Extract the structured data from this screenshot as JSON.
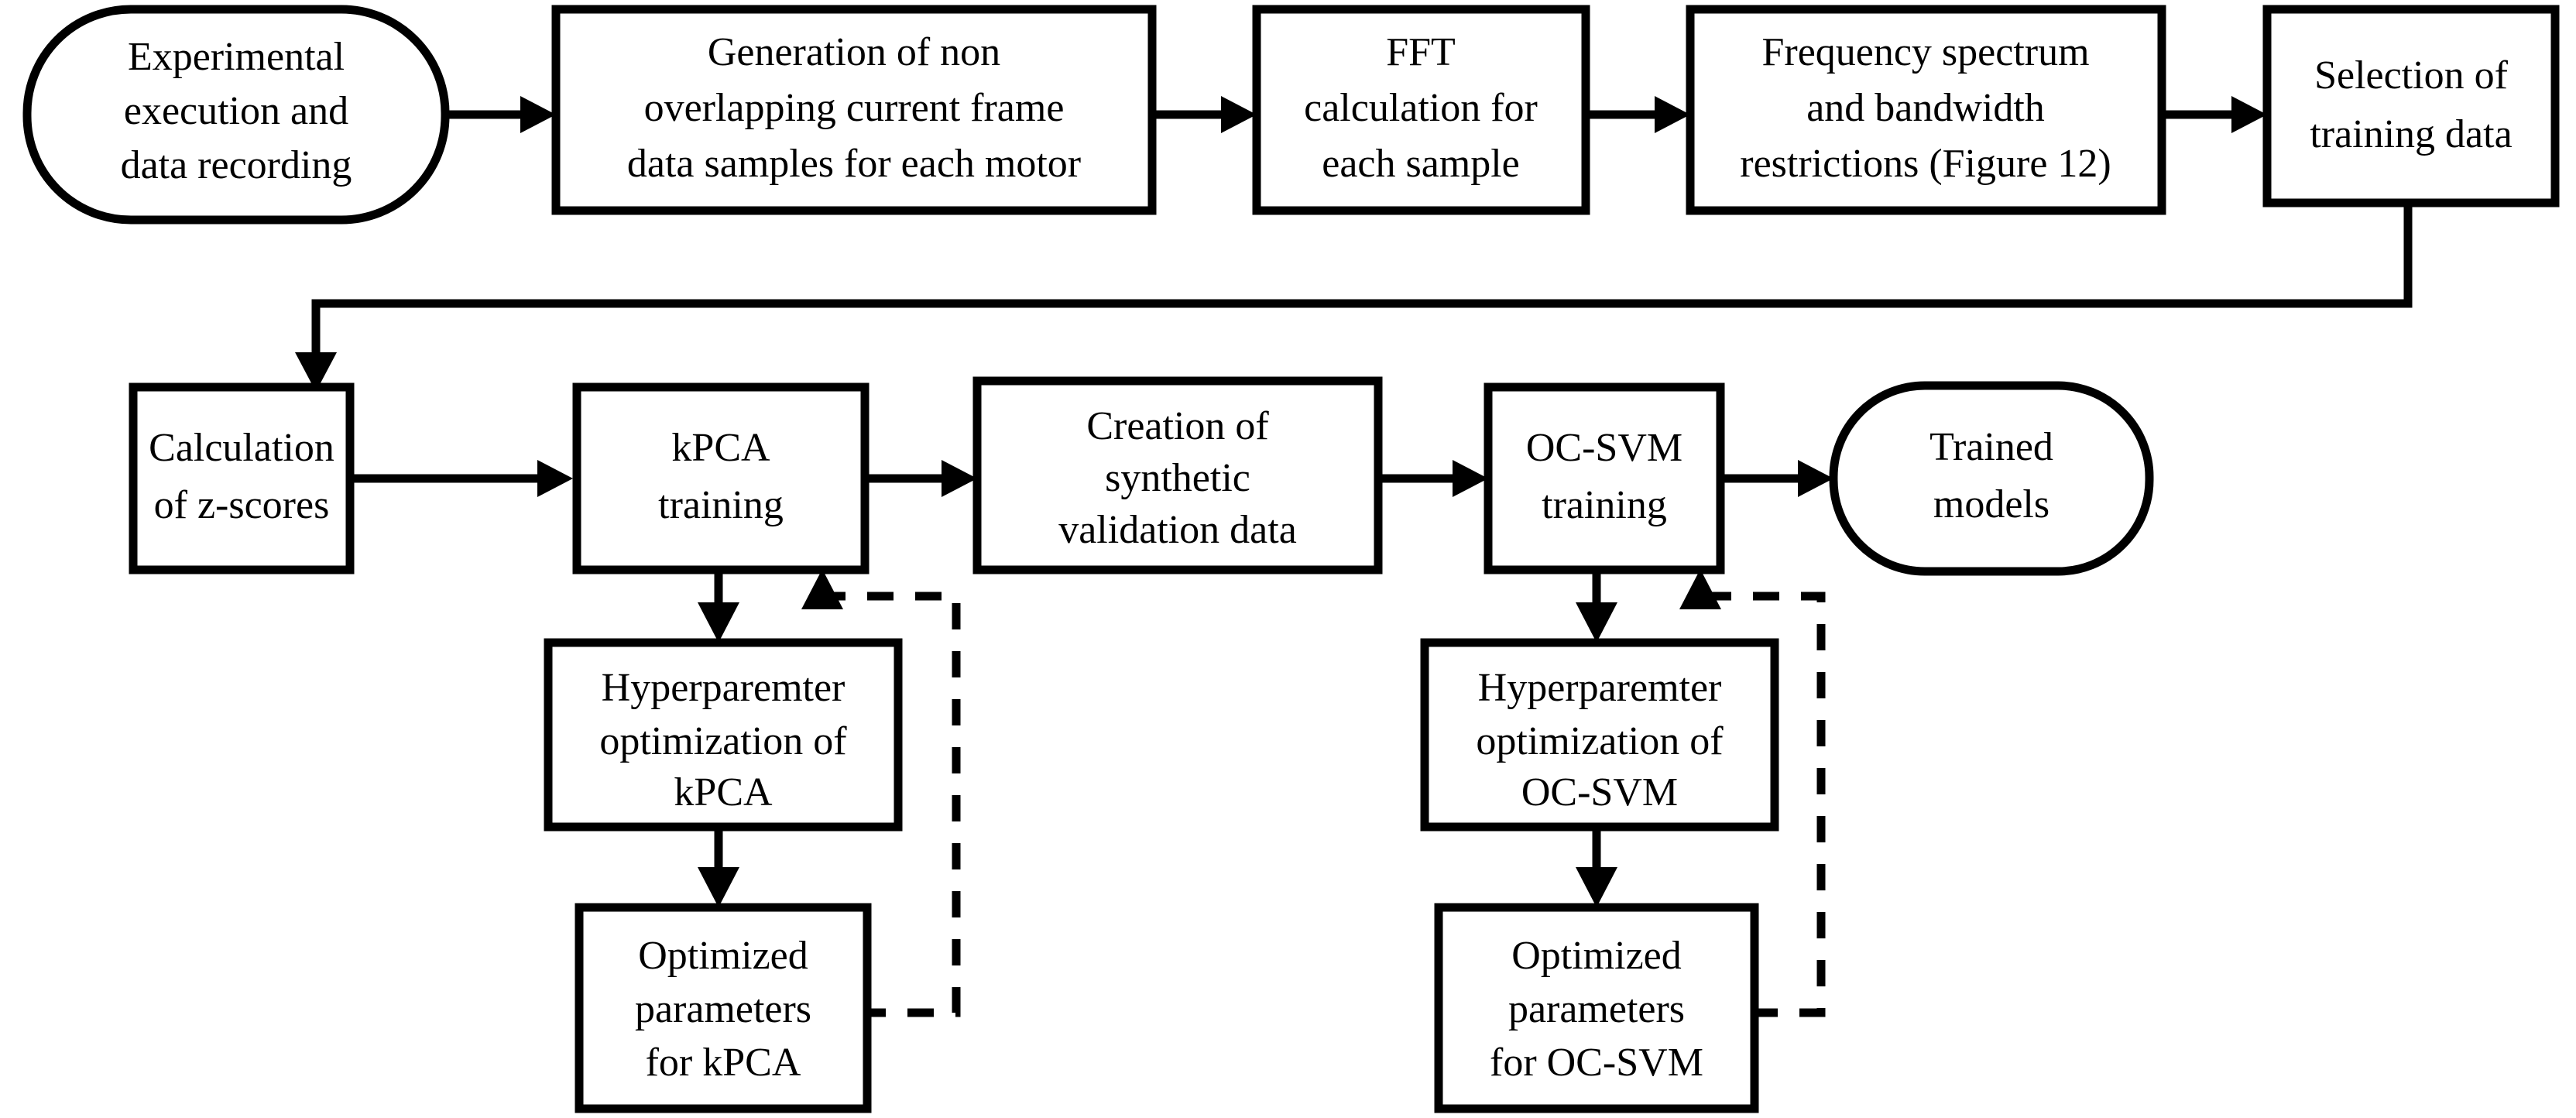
{
  "diagram": {
    "title": "Training pipeline flowchart",
    "line_color": "#000000",
    "fill_color": "#ffffff",
    "nodes": [
      {
        "id": "experimental",
        "shape": "rounded-terminator",
        "lines": [
          "Experimental",
          "execution and",
          "data recording"
        ]
      },
      {
        "id": "generation",
        "shape": "rectangle",
        "lines": [
          "Generation of non",
          "overlapping current frame",
          "data samples for each motor"
        ]
      },
      {
        "id": "fft",
        "shape": "rectangle",
        "lines": [
          "FFT",
          "calculation for",
          "each sample"
        ]
      },
      {
        "id": "spectrum",
        "shape": "rectangle",
        "lines": [
          "Frequency spectrum",
          "and bandwidth",
          "restrictions (Figure  12)"
        ]
      },
      {
        "id": "selection",
        "shape": "rectangle",
        "lines": [
          "Selection of",
          "training data"
        ]
      },
      {
        "id": "zscores",
        "shape": "rectangle",
        "lines": [
          "Calculation",
          "of z-scores"
        ]
      },
      {
        "id": "kpca-training",
        "shape": "rectangle",
        "lines": [
          "kPCA",
          "training"
        ]
      },
      {
        "id": "synthetic",
        "shape": "rectangle",
        "lines": [
          "Creation of",
          "synthetic",
          "validation data"
        ]
      },
      {
        "id": "ocsvm-training",
        "shape": "rectangle",
        "lines": [
          "OC-SVM",
          "training"
        ]
      },
      {
        "id": "trained-models",
        "shape": "rounded-terminator",
        "lines": [
          "Trained",
          "models"
        ]
      },
      {
        "id": "hyper-kpca",
        "shape": "rectangle",
        "lines": [
          "Hyperparemter",
          "optimization of",
          "kPCA"
        ]
      },
      {
        "id": "optimized-kpca",
        "shape": "rectangle",
        "lines": [
          "Optimized",
          "parameters",
          "for kPCA"
        ]
      },
      {
        "id": "hyper-ocsvm",
        "shape": "rectangle",
        "lines": [
          "Hyperparemter",
          "optimization of",
          "OC-SVM"
        ]
      },
      {
        "id": "optimized-ocsvm",
        "shape": "rectangle",
        "lines": [
          "Optimized",
          "parameters",
          "for OC-SVM"
        ]
      }
    ],
    "edges": [
      {
        "from": "experimental",
        "to": "generation",
        "style": "solid"
      },
      {
        "from": "generation",
        "to": "fft",
        "style": "solid"
      },
      {
        "from": "fft",
        "to": "spectrum",
        "style": "solid"
      },
      {
        "from": "spectrum",
        "to": "selection",
        "style": "solid"
      },
      {
        "from": "selection",
        "to": "zscores",
        "style": "solid"
      },
      {
        "from": "zscores",
        "to": "kpca-training",
        "style": "solid"
      },
      {
        "from": "kpca-training",
        "to": "synthetic",
        "style": "solid"
      },
      {
        "from": "synthetic",
        "to": "ocsvm-training",
        "style": "solid"
      },
      {
        "from": "ocsvm-training",
        "to": "trained-models",
        "style": "solid"
      },
      {
        "from": "kpca-training",
        "to": "hyper-kpca",
        "style": "solid"
      },
      {
        "from": "hyper-kpca",
        "to": "optimized-kpca",
        "style": "solid"
      },
      {
        "from": "optimized-kpca",
        "to": "kpca-training",
        "style": "dashed"
      },
      {
        "from": "ocsvm-training",
        "to": "hyper-ocsvm",
        "style": "solid"
      },
      {
        "from": "hyper-ocsvm",
        "to": "optimized-ocsvm",
        "style": "solid"
      },
      {
        "from": "optimized-ocsvm",
        "to": "ocsvm-training",
        "style": "dashed"
      }
    ]
  }
}
